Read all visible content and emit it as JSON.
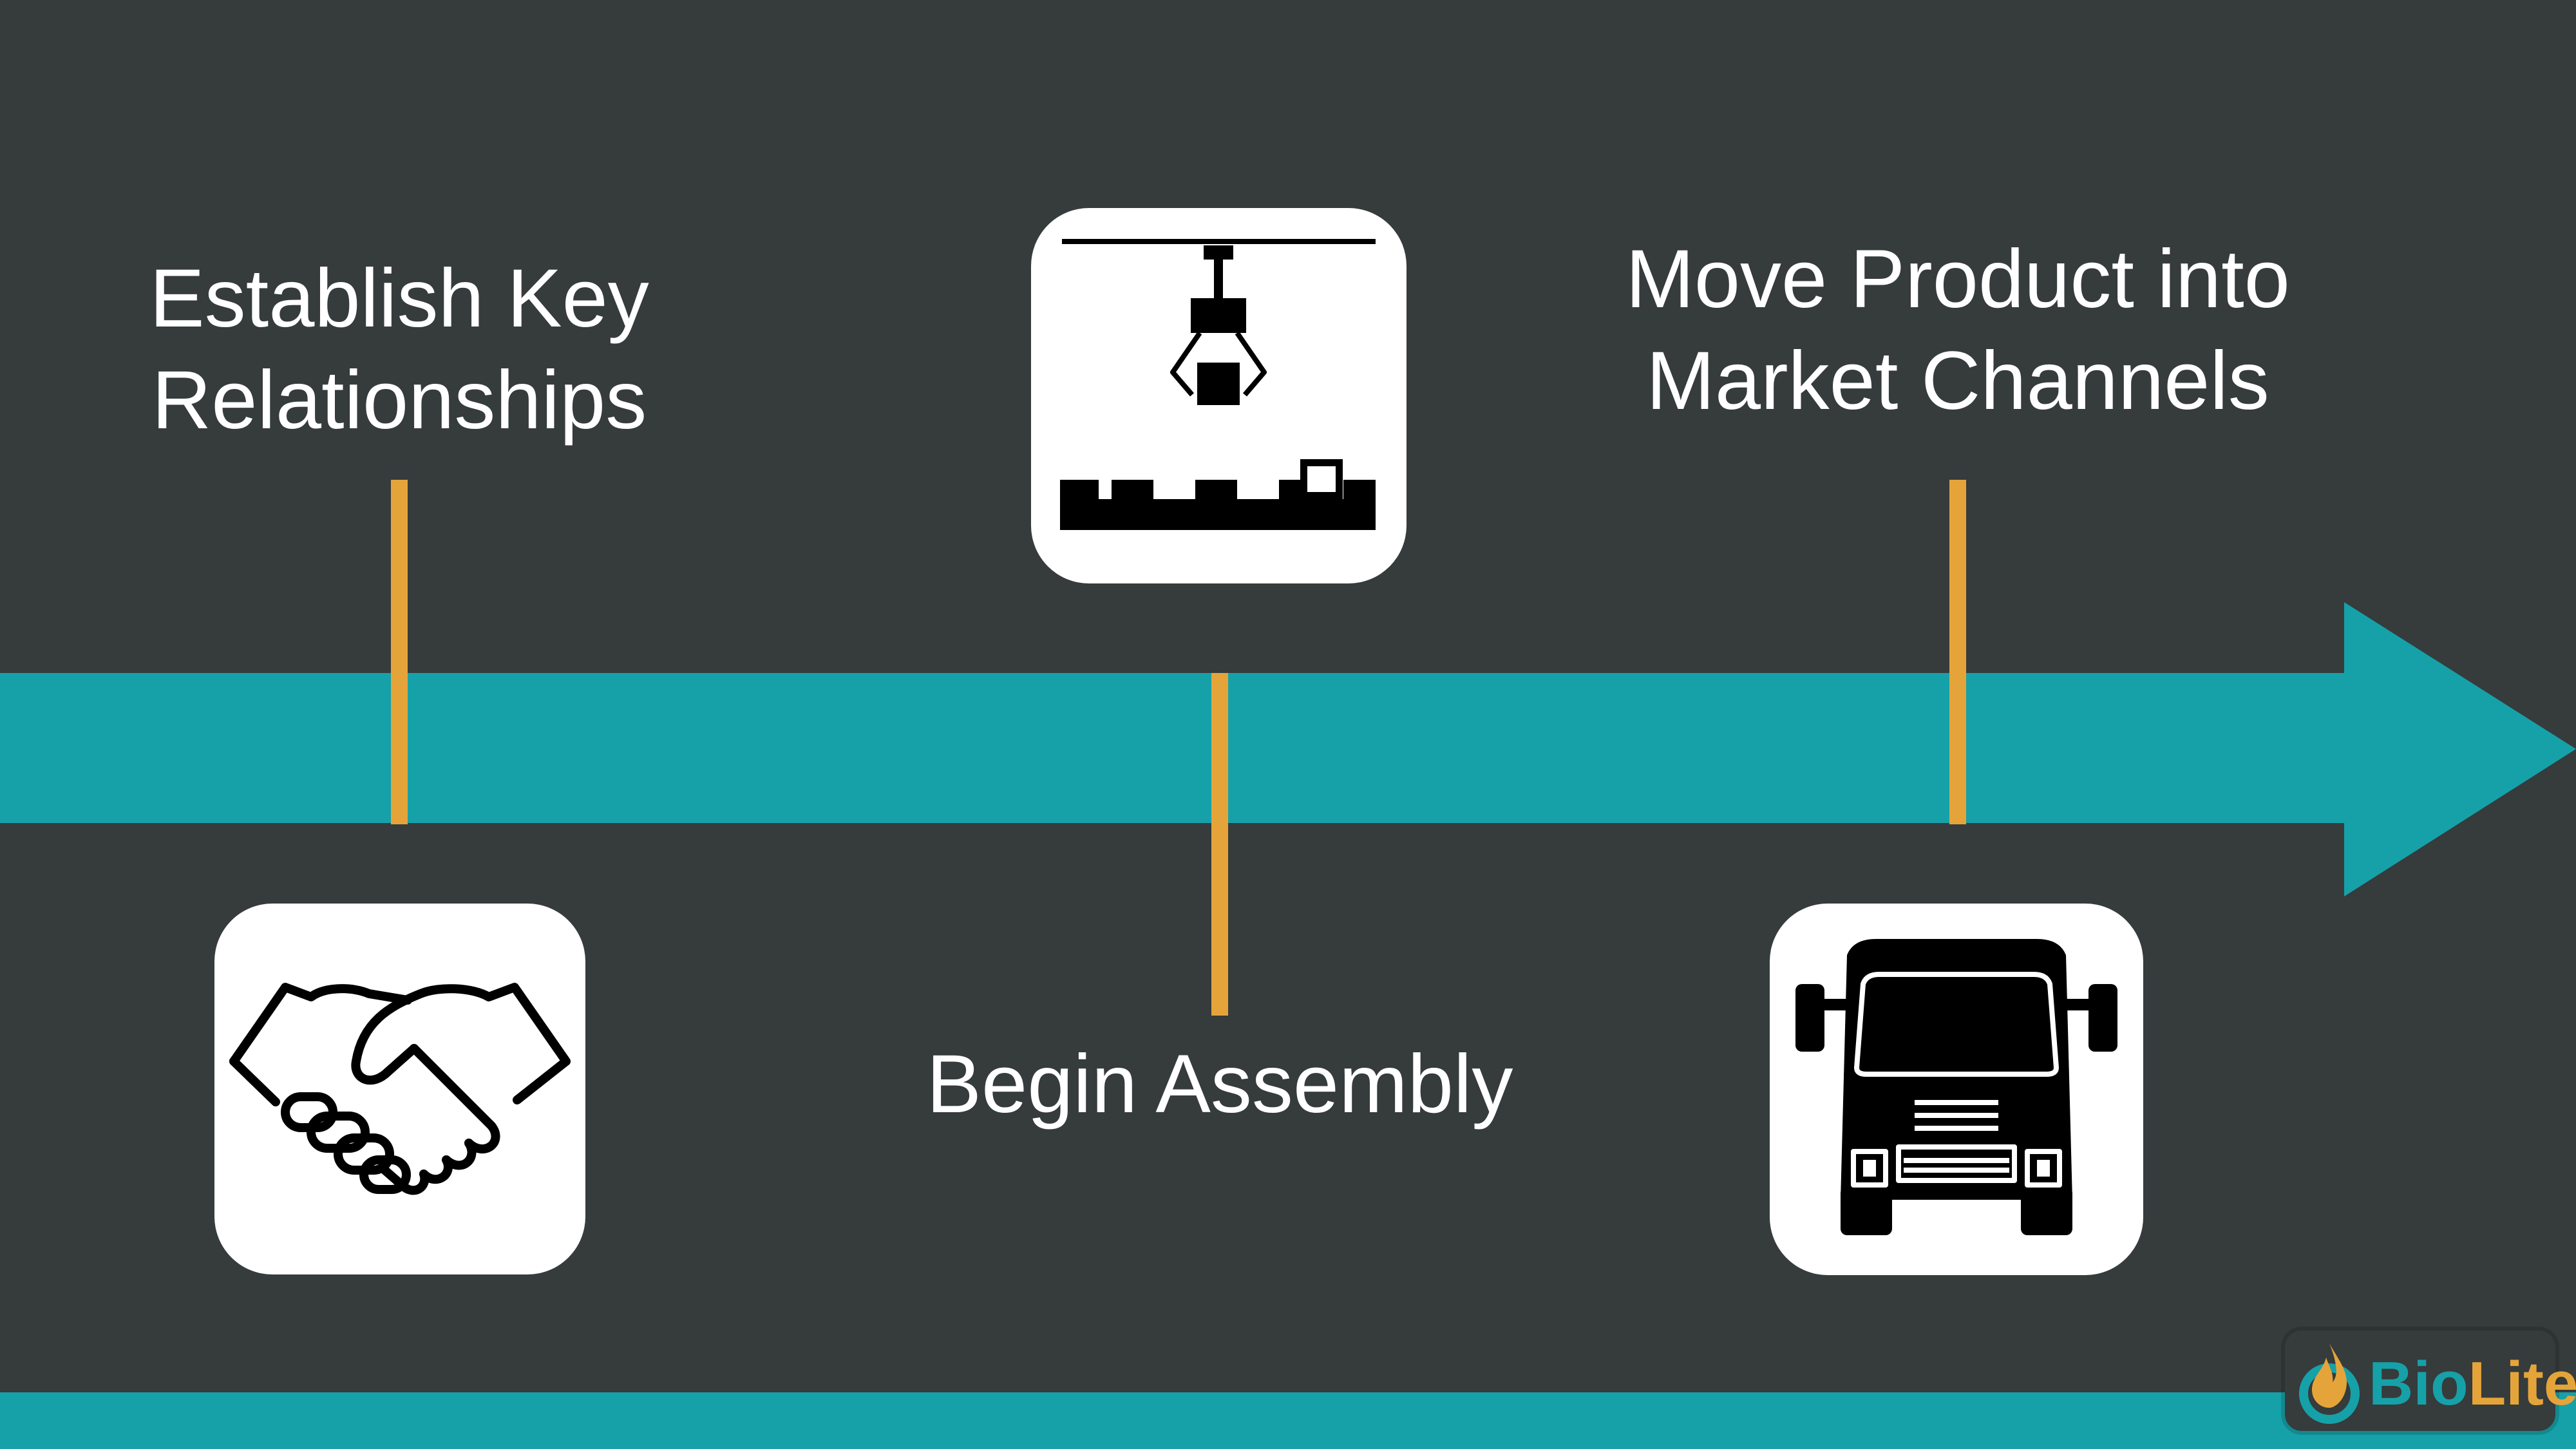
{
  "steps": [
    {
      "title": [
        "Establish Key",
        "Relationships"
      ],
      "icon": "handshake-icon"
    },
    {
      "title": [
        "Begin Assembly"
      ],
      "icon": "robotic-assembly-icon"
    },
    {
      "title": [
        "Move Product into",
        "Market Channels"
      ],
      "icon": "delivery-truck-icon"
    }
  ],
  "logo": {
    "text_bio": "Bio",
    "text_lite": "Lite",
    "icon": "flame-icon"
  },
  "colors": {
    "background": "#363b3c",
    "arrow": "#16a1a9",
    "tick": "#e5a43a",
    "tile": "#ffffff",
    "text": "#ffffff"
  }
}
